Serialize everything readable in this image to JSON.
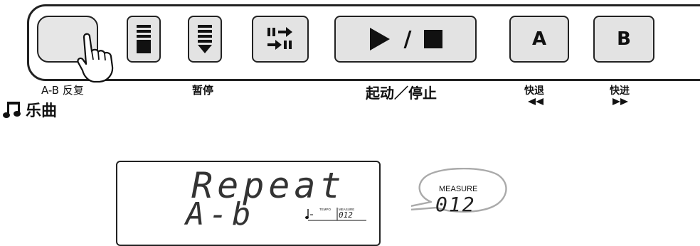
{
  "panel": {
    "ab_button": {
      "icon": "blank-button-face"
    },
    "record_button": {
      "icon": "record-icon"
    },
    "pause_button": {
      "icon": "pause-icon"
    },
    "sync_button": {
      "icon": "sync-start-icon"
    },
    "play_stop_button": {
      "icon": "play-stop-icon",
      "separator": "/"
    },
    "a_button": {
      "label": "A"
    },
    "b_button": {
      "label": "B"
    }
  },
  "labels": {
    "ab_repeat": "A-B 反复",
    "pause": "暂停",
    "start_stop": "起动／停止",
    "rewind": "快退",
    "fast_forward": "快进"
  },
  "section": {
    "song_icon": "music-note-icon",
    "song_label": "乐曲"
  },
  "lcd": {
    "line1": "Repeat",
    "line2": "A-b",
    "tempo_label": "TEMPO",
    "measure_label": "MEASURE",
    "measure_value": "012"
  },
  "callout": {
    "title": "MEASURE",
    "value": "012"
  },
  "colors": {
    "button_face": "#e3e3e3",
    "outline": "#222222"
  }
}
